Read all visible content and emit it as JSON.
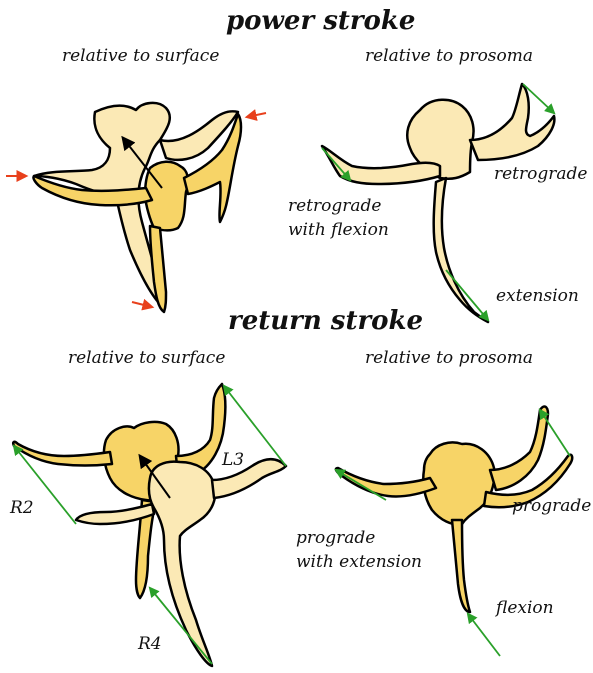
{
  "headings": {
    "power": "power stroke",
    "return": "return stroke"
  },
  "subtitles": {
    "power_surface": "relative to surface",
    "power_prosoma": "relative to prosoma",
    "return_surface": "relative to surface",
    "return_prosoma": "relative to prosoma"
  },
  "labels": {
    "retrograde": "retrograde",
    "retrograde_with": "retrograde",
    "with_flexion": "with flexion",
    "extension": "extension",
    "l3": "L3",
    "r2": "R2",
    "r4": "R4",
    "prograde": "prograde",
    "prograde_with": "prograde",
    "with_extension": "with extension",
    "flexion": "flexion"
  },
  "colors": {
    "body_light": "#fbe9b5",
    "body_dark": "#f7d467",
    "outline": "#000000",
    "green_arrow": "#2aa02a",
    "red_arrow": "#e8401c"
  }
}
